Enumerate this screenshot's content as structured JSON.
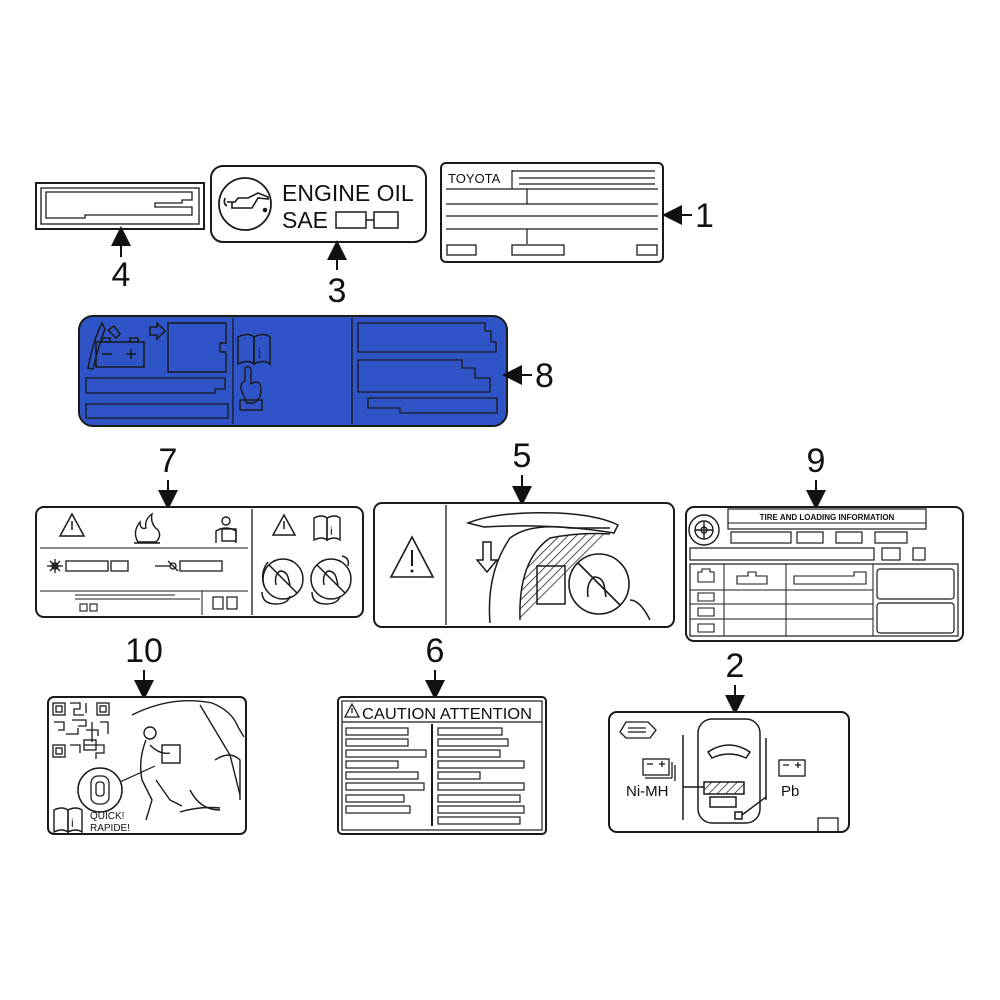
{
  "colors": {
    "line": "#1a1a1a",
    "highlight": "#2f54c8",
    "background": "#ffffff"
  },
  "callouts": {
    "n1": "1",
    "n2": "2",
    "n3": "3",
    "n4": "4",
    "n5": "5",
    "n6": "6",
    "n7": "7",
    "n8": "8",
    "n9": "9",
    "n10": "10"
  },
  "labels": {
    "part1_brand": "TOYOTA",
    "part3_line1": "ENGINE OIL",
    "part3_line2": "SAE",
    "part6_header": "CAUTION ATTENTION",
    "part9_header": "TIRE AND LOADING INFORMATION",
    "part2_nimh": "Ni-MH",
    "part2_pb": "Pb",
    "part10_line1": "QUICK!",
    "part10_line2": "RAPIDE!"
  },
  "highlighted_part": "8",
  "icons": [
    "warning-triangle-icon",
    "oil-can-icon",
    "battery-icon",
    "manual-book-icon",
    "fire-icon",
    "no-hand-icon",
    "tire-icon",
    "qr-code-icon"
  ]
}
